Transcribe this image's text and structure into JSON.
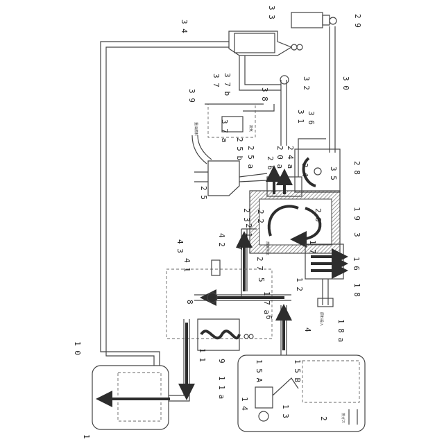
{
  "labels": {
    "l1": "1",
    "l2": "2",
    "l3": "3",
    "l4": "4",
    "l5": "5",
    "l6": "6",
    "l7": "7",
    "l8": "8",
    "l9": "9",
    "l10": "1 0",
    "l11": "1 1",
    "l11a": "1 1 a",
    "l12": "1 2",
    "l13": "1 3",
    "l14": "1 4",
    "l15A": "1 5 A",
    "l15B": "1 5 B",
    "l16": "1 6",
    "l17": "1 7",
    "l17a": "1 7 a",
    "l18": "1 8",
    "l18a": "1 8 a",
    "l19": "1 9",
    "l20": "2 0",
    "l20a": "2 0 a",
    "l21": "2 1",
    "l22": "2 2",
    "l23": "2 3",
    "l24": "2 4",
    "l24a": "2 4 a",
    "l25": "2 5",
    "l25a": "2 5 a",
    "l25b": "2 5 b",
    "l26": "2 6",
    "l27": "2 7",
    "l28": "2 8",
    "l29": "2 9",
    "l30": "3 0",
    "l31": "3 1",
    "l32": "3 2",
    "l33": "3 3",
    "l34": "3 4",
    "l35": "3 5",
    "l36": "3 6",
    "l37": "3 7",
    "l37a": "3 7 a",
    "l37b": "3 7 b",
    "l38": "3 8",
    "l39": "3 9",
    "l41": "4 1",
    "l42": "4 2",
    "l43": "4 3"
  },
  "small_notes": {
    "n1": "重油燃料",
    "n2": "排気",
    "n3": "燃焼空気",
    "n4": "原料投入",
    "n5": "排ガス"
  },
  "colors": {
    "line": "#444444",
    "flow": "#2d2d2d",
    "hatch": "#9a9a9a",
    "background": "#ffffff"
  }
}
